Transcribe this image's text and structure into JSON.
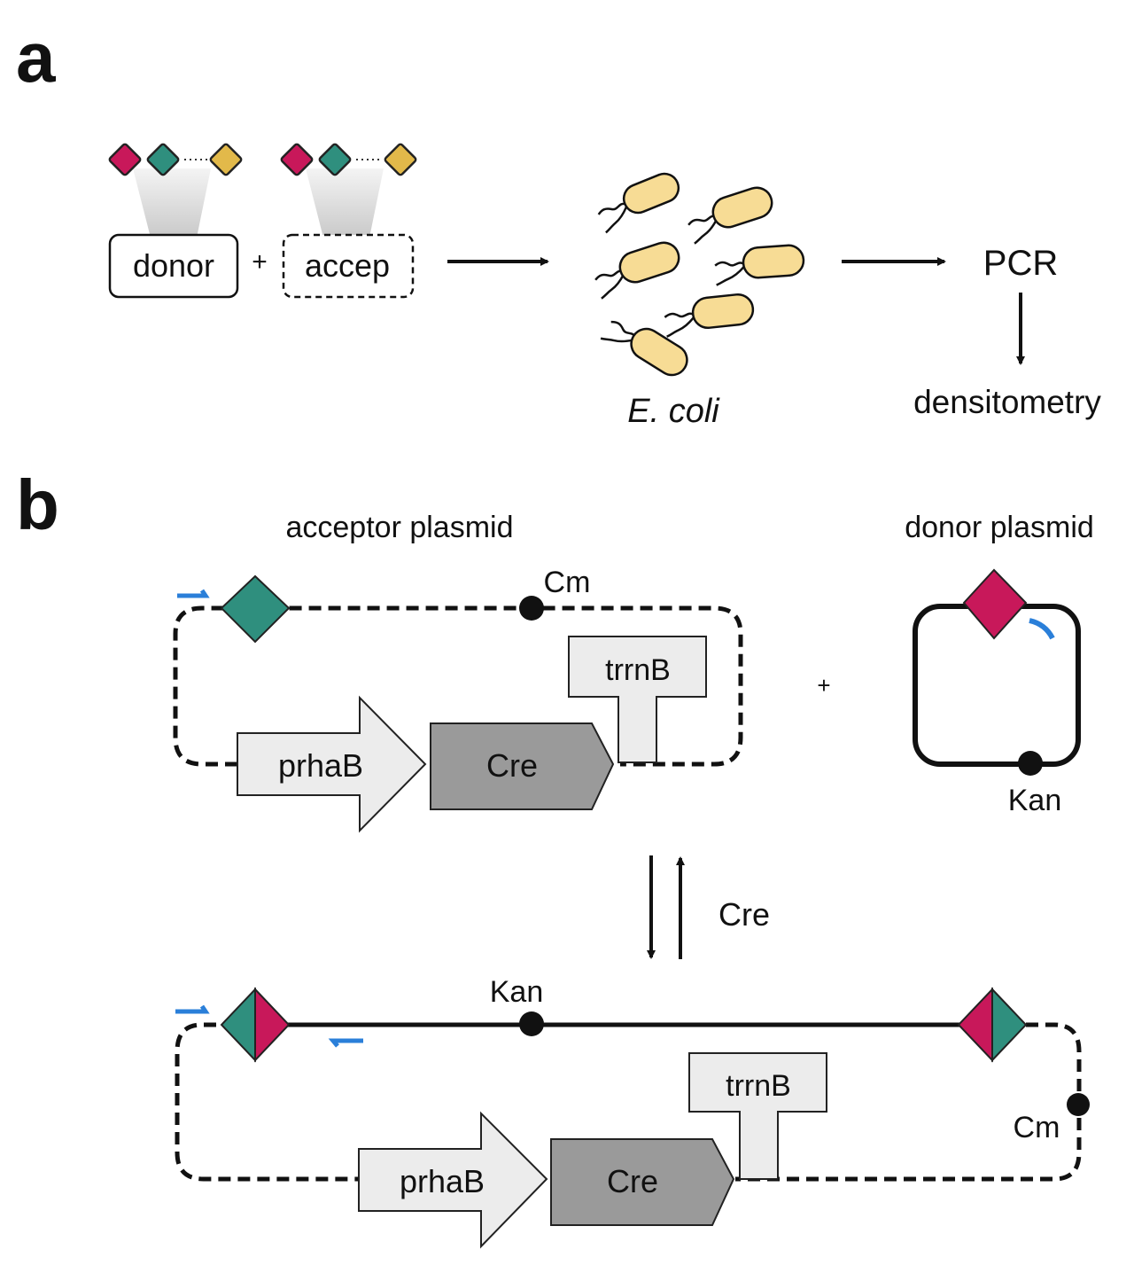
{
  "panel_a": {
    "letter": "a",
    "donor_label": "donor",
    "acceptor_label": "accep",
    "plus": "+",
    "organism_label": "E. coli",
    "pcr_label": "PCR",
    "densitometry_label": "densitometry",
    "site_colors": {
      "magenta": "#c8185a",
      "teal": "#2f8f7e",
      "yellow": "#e2b94a"
    },
    "cell_color": "#f7dc95"
  },
  "panel_b": {
    "letter": "b",
    "acceptor_title": "acceptor plasmid",
    "donor_title": "donor plasmid",
    "plus": "+",
    "reaction_label": "Cre",
    "top": {
      "cm_label": "Cm",
      "promoter_label": "prhaB",
      "gene_label": "Cre",
      "terminator_label": "trrnB"
    },
    "donor": {
      "kan_label": "Kan"
    },
    "bottom": {
      "kan_label": "Kan",
      "cm_label": "Cm",
      "promoter_label": "prhaB",
      "gene_label": "Cre",
      "terminator_label": "trrnB"
    },
    "primer_color": "#2a7fd9"
  }
}
